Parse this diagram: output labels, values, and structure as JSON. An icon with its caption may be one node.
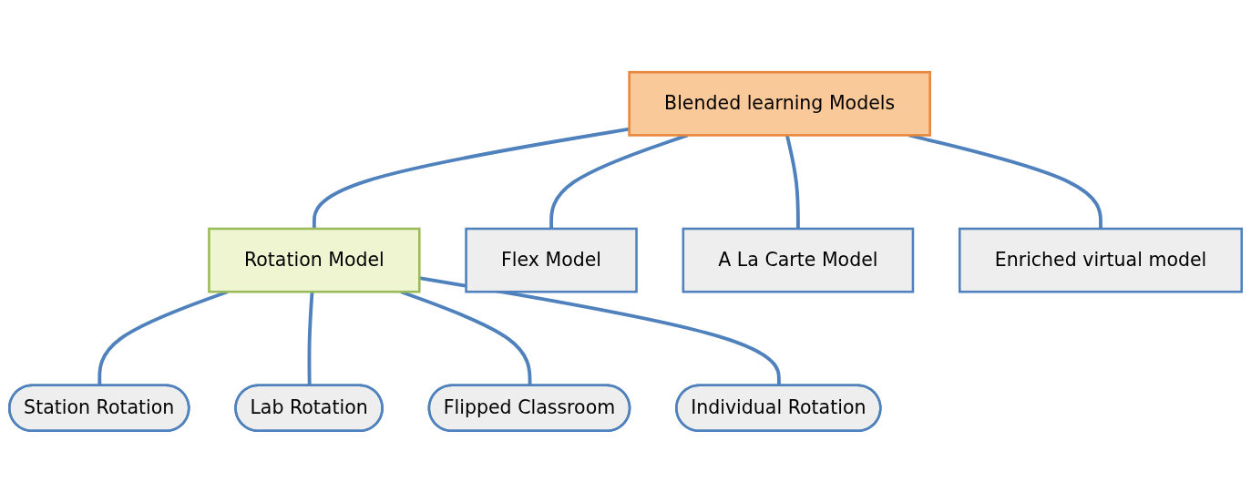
{
  "diagram": {
    "nodes": [
      {
        "text": [
          "Blended learning Models"
        ]
      },
      {
        "text": [
          "Rotation Model"
        ]
      },
      {
        "text": [
          "Flex Model"
        ]
      },
      {
        "text": [
          "A La Carte Model"
        ]
      },
      {
        "text": [
          "Enriched virtual model"
        ]
      },
      {
        "text": [
          "Station Rotation"
        ]
      },
      {
        "text": [
          "Lab Rotation"
        ]
      },
      {
        "text": [
          "Flipped Classroom"
        ]
      },
      {
        "text": [
          "Individual Rotation"
        ]
      }
    ],
    "edges": [
      {
        "from": 0,
        "to": 1,
        "arrow": "none"
      },
      {
        "from": 0,
        "to": 2,
        "arrow": "none"
      },
      {
        "from": 0,
        "to": 3,
        "arrow": "none"
      },
      {
        "from": 0,
        "to": 4,
        "arrow": "none"
      },
      {
        "from": 1,
        "to": 5,
        "arrow": "none"
      },
      {
        "from": 1,
        "to": 6,
        "arrow": "none"
      },
      {
        "from": 1,
        "to": 7,
        "arrow": "none"
      },
      {
        "from": 1,
        "to": 8,
        "arrow": "none"
      }
    ]
  }
}
